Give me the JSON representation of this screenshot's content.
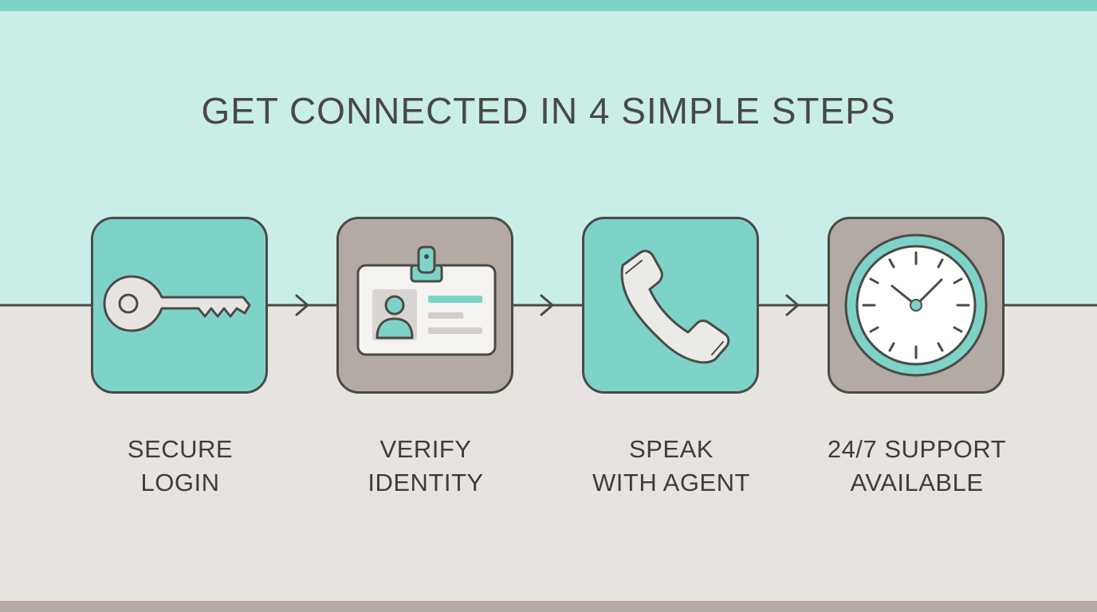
{
  "headline": "GET CONNECTED IN 4 SIMPLE STEPS",
  "colors": {
    "teal": "#7ed3c8",
    "mint": "#c9eee8",
    "taupe": "#b3aaa4",
    "beige": "#e7e4df",
    "outline": "#4c4a47"
  },
  "steps": [
    {
      "icon": "key-icon",
      "label_line1": "SECURE",
      "label_line2": "LOGIN"
    },
    {
      "icon": "id-badge-icon",
      "label_line1": "VERIFY",
      "label_line2": "IDENTITY"
    },
    {
      "icon": "phone-icon",
      "label_line1": "SPEAK",
      "label_line2": "WITH AGENT"
    },
    {
      "icon": "clock-icon",
      "label_line1": "24/7 SUPPORT",
      "label_line2": "AVAILABLE"
    }
  ]
}
